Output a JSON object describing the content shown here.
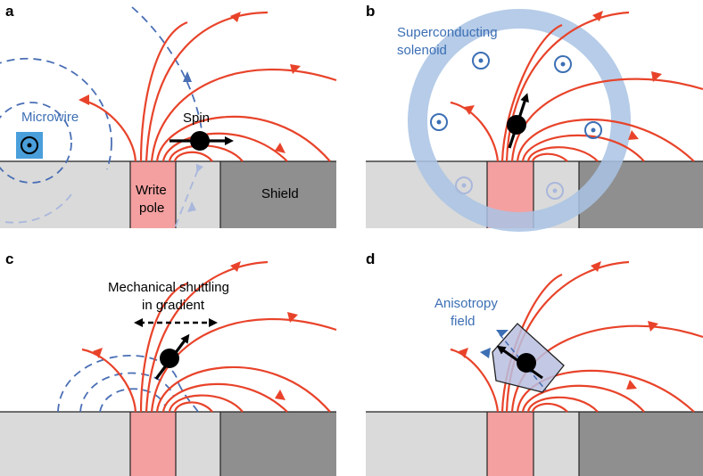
{
  "panels": {
    "a": {
      "letter": "a",
      "labels": {
        "microwire": "Microwire",
        "spin": "Spin",
        "write_pole_line1": "Write",
        "write_pole_line2": "pole",
        "shield": "Shield"
      }
    },
    "b": {
      "letter": "b",
      "labels": {
        "solenoid_line1": "Superconducting",
        "solenoid_line2": "solenoid"
      }
    },
    "c": {
      "letter": "c",
      "labels": {
        "shuttling_line1": "Mechanical shuttling",
        "shuttling_line2": "in gradient"
      }
    },
    "d": {
      "letter": "d",
      "labels": {
        "anisotropy_line1": "Anisotropy",
        "anisotropy_line2": "field"
      }
    }
  },
  "colors": {
    "field_lines": "#e8432a",
    "write_pole": "#f4a0a0",
    "shield": "#8f8f8f",
    "substrate": "#dadada",
    "microwire": "#4a9fdb",
    "solenoid": "#a9c3e4",
    "annotation_blue": "#3c6fb4",
    "anisotropy_polygon": "#b8bfe0"
  },
  "icons": [
    "out-of-plane-current-icon",
    "spin-arrow-icon",
    "double-arrow-icon",
    "triangle-marker-icon"
  ]
}
